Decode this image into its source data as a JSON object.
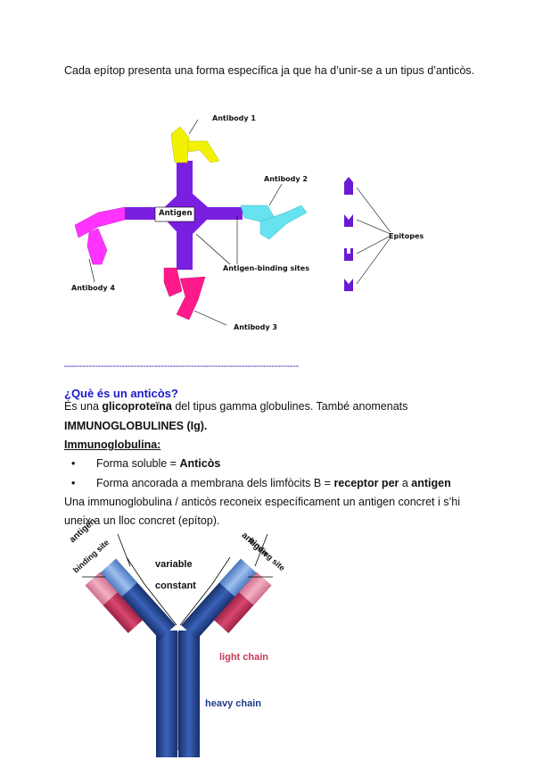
{
  "intro": "Cada epítop presenta una forma específica ja que ha d’unir-se a un tipus d’anticòs.",
  "figure1": {
    "antibody1": "Antibody 1",
    "antibody2": "Antibody 2",
    "antibody3": "Antibody 3",
    "antibody4": "Antibody 4",
    "antigen": "Antigen",
    "binding_sites": "Antigen-binding sites",
    "epitopes": "Epitopes"
  },
  "divider": "—---------------------------------------------------------------------------",
  "question": "¿Què és un anticòs?",
  "p1": {
    "a": "És una ",
    "b": "glicoproteïna",
    "c": " del tipus gamma globulines. També anomenats"
  },
  "p2": "IMMUNOGLOBULINES (Ig).",
  "subheading": "Immunoglobulina:",
  "bullets": [
    {
      "marker": "•",
      "a": "Forma soluble = ",
      "b": "Anticòs"
    },
    {
      "marker": "•",
      "a": "Forma ancorada a membrana dels limfòcits B = ",
      "b": "receptor per",
      "c": " a ",
      "d": "antigen"
    }
  ],
  "p3": "Una immunoglobulina / anticòs reconeix específicament un antigen concret i s’hi",
  "p4": "uneix a un lloc concret (epítop).",
  "figure2": {
    "left_site_1": "antigen",
    "left_site_2": "binding site",
    "right_site_1": "antigen",
    "right_site_2": "binding site",
    "variable": "variable",
    "constant": "constant",
    "light_chain": "light chain",
    "heavy_chain": "heavy chain",
    "colors": {
      "heavy": "#1f3f8f",
      "heavy_light": "#6f95d0",
      "light": "#c0355a",
      "light_pale": "#e08aa0",
      "light_chain_text": "#c83a5a",
      "heavy_chain_text": "#1f3a8a"
    }
  }
}
